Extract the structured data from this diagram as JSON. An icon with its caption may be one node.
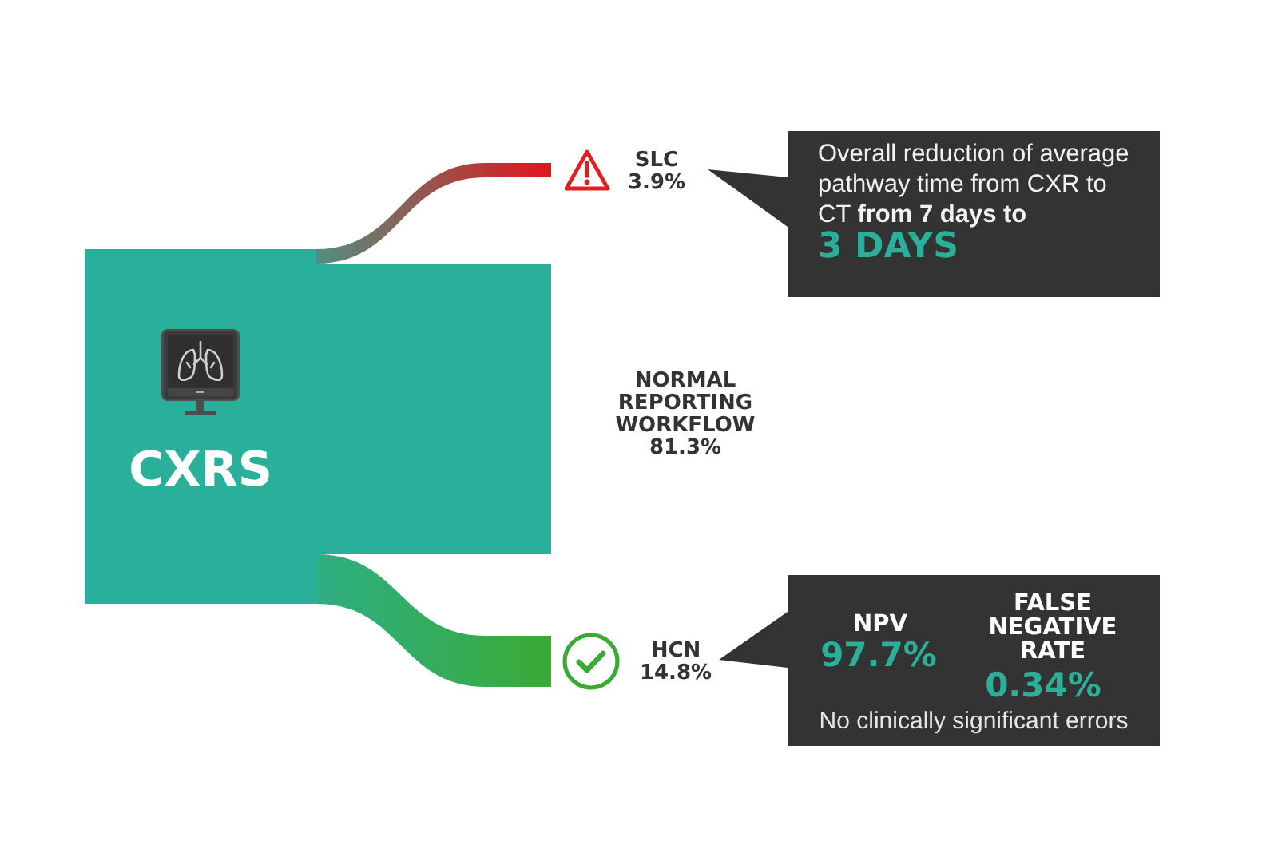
{
  "diagram": {
    "nodes": [
      {
        "text": [
          "CXRS"
        ]
      },
      {
        "text": [
          "SLC 3.9%"
        ]
      },
      {
        "text": [
          "NORMAL REPORTING WORKFLOW 81.3%"
        ]
      },
      {
        "text": [
          "HCN 14.8%"
        ]
      },
      {
        "text": [
          "Overall reduction of average pathway time from CXR to CT **from 7 days to**",
          "3 DAYS"
        ]
      },
      {
        "text": [
          "NPV",
          "97.7%",
          "FALSE NEGATIVE RATE",
          "0.34%",
          "No clinically significant errors"
        ]
      }
    ],
    "edges": [
      {
        "from": 0,
        "to": 1,
        "arrow": "none",
        "color": "#e3141b"
      },
      {
        "from": 0,
        "to": 2,
        "arrow": "none",
        "color": "#2ab09a"
      },
      {
        "from": 0,
        "to": 3,
        "arrow": "none",
        "color": "#3aaa35"
      },
      {
        "from": 4,
        "to": 1,
        "arrow": "to"
      },
      {
        "from": 5,
        "to": 3,
        "arrow": "to"
      }
    ]
  }
}
